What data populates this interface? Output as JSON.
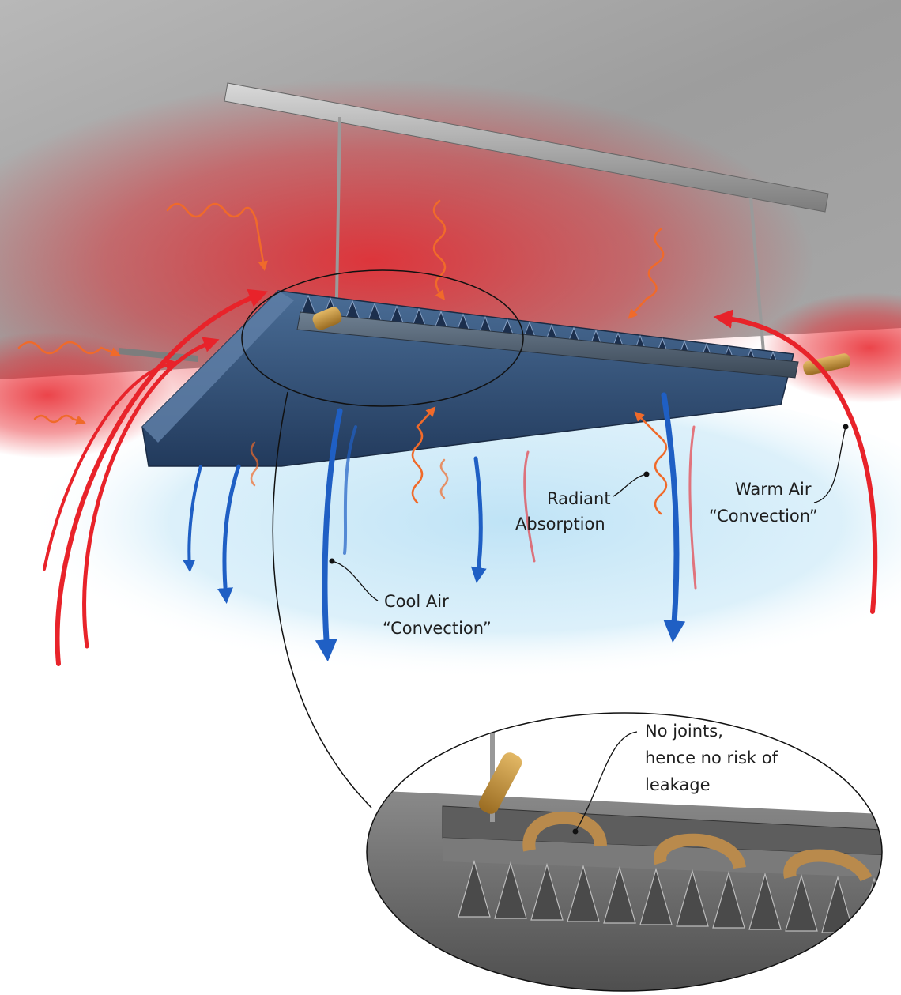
{
  "labels": {
    "radiant_line1": "Radiant",
    "radiant_line2": "Absorption",
    "warm_line1": "Warm Air",
    "warm_line2": "“Convection”",
    "cool_line1": "Cool Air",
    "cool_line2": "“Convection”",
    "detail_line1": "No joints,",
    "detail_line2": "hence no risk of",
    "detail_line3": "leakage"
  },
  "colors": {
    "warm": "#e8232a",
    "cool": "#1f5fc4",
    "radiant": "#f06a2a",
    "cool_zone": "#c6e6f6",
    "ceiling": "#9c9c9c",
    "panel": "#2c4a73"
  }
}
